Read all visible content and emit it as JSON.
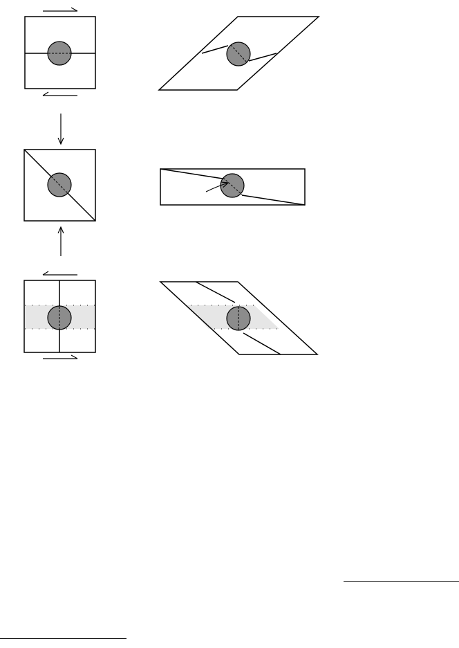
{
  "colors": {
    "stroke": "#000000",
    "inclusion_fill": "#8c8c8c",
    "band_fill": "#e6e6e6",
    "background": "#ffffff"
  },
  "diagram": {
    "panels": [
      {
        "id": "dextral-shear-initial",
        "shape": "square",
        "inclusion": "grey-circle",
        "foliation": "horizontal",
        "shear_sense": "top-right"
      },
      {
        "id": "dextral-shear-deformed",
        "shape": "parallelogram",
        "inclusion": "grey-circle",
        "foliation": "sigmoidal"
      },
      {
        "id": "pure-shear-initial",
        "shape": "square",
        "inclusion": "grey-circle",
        "foliation": "diagonal"
      },
      {
        "id": "pure-shear-deformed",
        "shape": "flattened-rectangle",
        "inclusion": "grey-circle",
        "foliation": "rotated"
      },
      {
        "id": "sinistral-shear-initial",
        "shape": "square",
        "inclusion": "grey-circle",
        "foliation": "vertical",
        "band": "grey-horizontal"
      },
      {
        "id": "sinistral-shear-deformed",
        "shape": "parallelogram",
        "inclusion": "grey-circle",
        "foliation": "curved",
        "band": "grey"
      }
    ],
    "connectors": [
      {
        "from": "dextral-shear-initial",
        "to": "pure-shear-initial",
        "direction": "down"
      },
      {
        "from": "sinistral-shear-initial",
        "to": "pure-shear-initial",
        "direction": "up"
      }
    ]
  }
}
